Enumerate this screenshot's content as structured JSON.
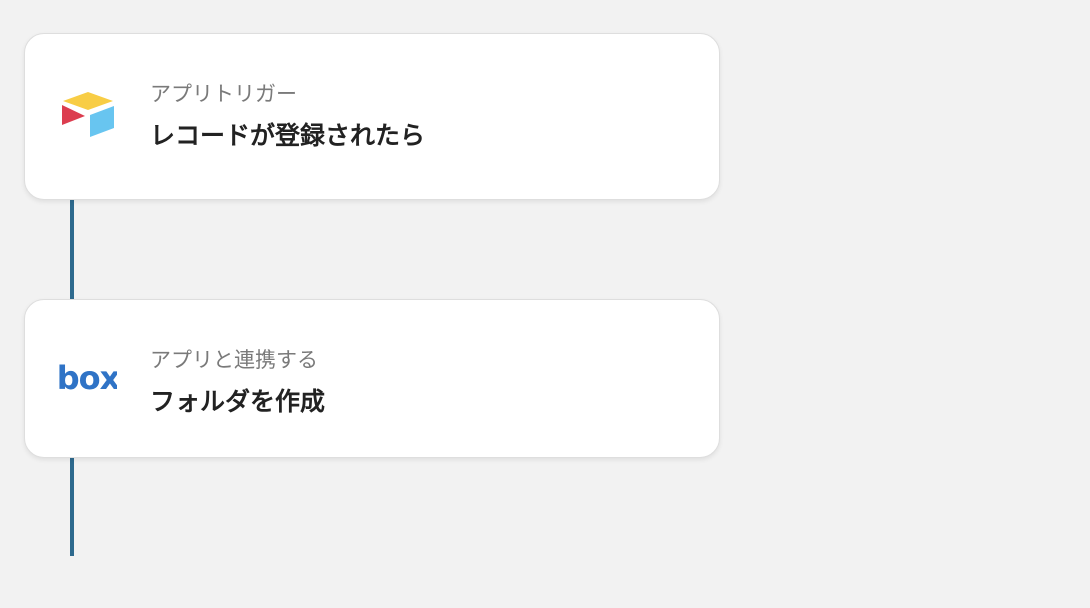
{
  "flow": {
    "steps": [
      {
        "kind_label": "アプリトリガー",
        "title": "レコードが登録されたら",
        "icon": "airtable-icon",
        "app": "Airtable"
      },
      {
        "kind_label": "アプリと連携する",
        "title": "フォルダを作成",
        "icon": "box-icon",
        "app": "box",
        "logo_text": "box"
      }
    ]
  },
  "colors": {
    "background": "#f2f2f2",
    "card": "#ffffff",
    "connector": "#2e6a8e",
    "label": "#7a7a7a",
    "title": "#222222",
    "airtable_yellow": "#fcb400",
    "airtable_blue": "#18bfff",
    "airtable_red": "#f82b60",
    "box_blue": "#0061d5"
  }
}
